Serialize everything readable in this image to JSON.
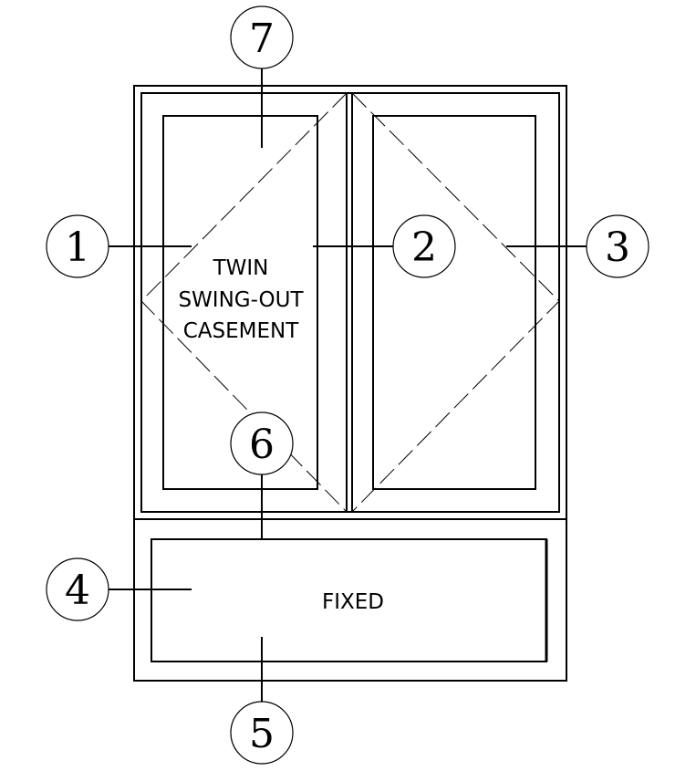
{
  "diagram": {
    "casement_label_lines": [
      "TWIN",
      "SWING-OUT",
      "CASEMENT"
    ],
    "fixed_label": "FIXED",
    "callouts": [
      "1",
      "2",
      "3",
      "4",
      "5",
      "6",
      "7"
    ]
  }
}
